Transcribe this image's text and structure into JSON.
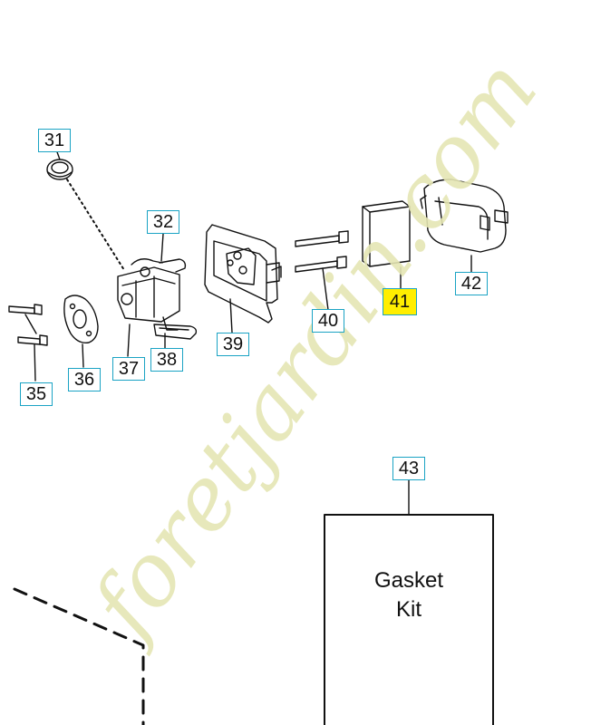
{
  "parts": [
    {
      "id": "31",
      "label": "31",
      "highlighted": false
    },
    {
      "id": "32",
      "label": "32",
      "highlighted": false
    },
    {
      "id": "35",
      "label": "35",
      "highlighted": false
    },
    {
      "id": "36",
      "label": "36",
      "highlighted": false
    },
    {
      "id": "37",
      "label": "37",
      "highlighted": false
    },
    {
      "id": "38",
      "label": "38",
      "highlighted": false
    },
    {
      "id": "39",
      "label": "39",
      "highlighted": false
    },
    {
      "id": "40",
      "label": "40",
      "highlighted": false
    },
    {
      "id": "41",
      "label": "41",
      "highlighted": true
    },
    {
      "id": "42",
      "label": "42",
      "highlighted": false
    },
    {
      "id": "43",
      "label": "43",
      "highlighted": false
    }
  ],
  "gasket_kit": {
    "line1": "Gasket",
    "line2": "Kit"
  },
  "watermark": {
    "text": "foretjardin.com",
    "color": "#e4e6b4"
  },
  "colors": {
    "label_border": "#1aa3c4",
    "highlight": "#ffee00",
    "line": "#111111"
  }
}
